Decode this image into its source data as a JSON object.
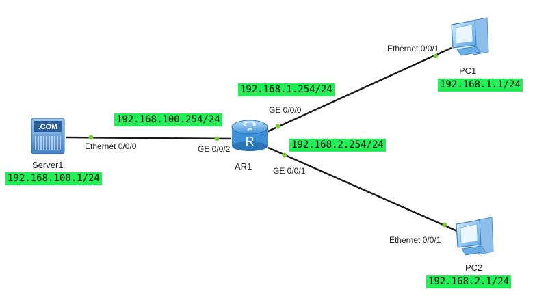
{
  "colors": {
    "link": "#1a1a1a",
    "port_dot": "#7ccf3a",
    "ip_highlight": "#22ee55"
  },
  "nodes": {
    "server1": {
      "name": "Server1",
      "ip": "192.168.100.1/24",
      "icon": "server-icon",
      "icon_text": ".COM"
    },
    "ar1": {
      "name": "AR1",
      "icon": "router-icon",
      "icon_text": "R"
    },
    "pc1": {
      "name": "PC1",
      "ip": "192.168.1.1/24",
      "icon": "pc-icon"
    },
    "pc2": {
      "name": "PC2",
      "ip": "192.168.2.1/24",
      "icon": "pc-icon"
    }
  },
  "interfaces": {
    "ar1_ge002": {
      "port": "GE 0/0/2",
      "ip": "192.168.100.254/24"
    },
    "ar1_ge000": {
      "port": "GE 0/0/0",
      "ip": "192.168.1.254/24"
    },
    "ar1_ge001": {
      "port": "GE 0/0/1",
      "ip": "192.168.2.254/24"
    },
    "server1_eth": {
      "port": "Ethernet 0/0/0"
    },
    "pc1_eth": {
      "port": "Ethernet 0/0/1"
    },
    "pc2_eth": {
      "port": "Ethernet 0/0/1"
    }
  }
}
